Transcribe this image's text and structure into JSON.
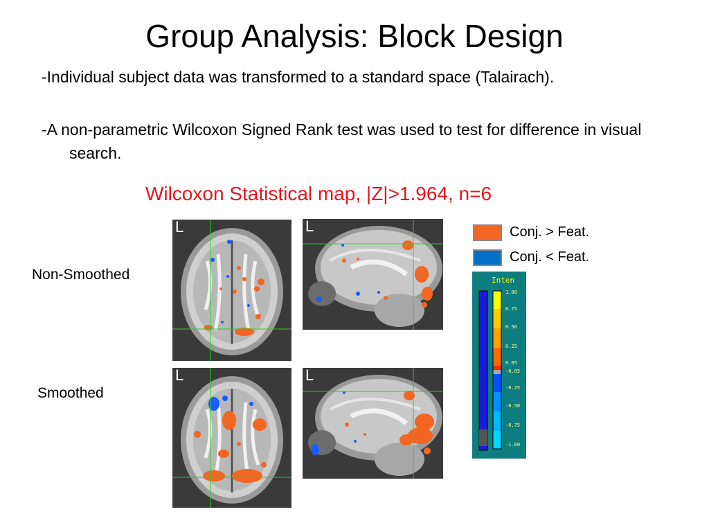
{
  "slide": {
    "title": "Group Analysis: Block Design",
    "bullets": [
      "-Individual subject data was transformed to a standard space (Talairach).",
      "-A non-parametric Wilcoxon Signed Rank test was used to test for difference in visual search."
    ],
    "map_title": "Wilcoxon Statistical map, |Z|>1.964, n=6",
    "row_labels": {
      "non_smoothed": "Non-Smoothed",
      "smoothed": "Smoothed"
    },
    "orientation_label": "L",
    "legend": {
      "positive": {
        "label": "Conj. > Feat.",
        "color": "#f26522"
      },
      "negative": {
        "label": "Conj. < Feat.",
        "color": "#0070c8"
      }
    },
    "colorbar": {
      "header": "Inten",
      "ticks": [
        "1.00",
        "0.75",
        "0.50",
        "0.25",
        "0.05",
        "-0.05",
        "-0.25",
        "-0.50",
        "-0.75",
        "-1.00"
      ]
    },
    "colors": {
      "positive": "#f26522",
      "negative": "#1a5cff",
      "crosshair": "#22d322",
      "title_red": "#e8141b"
    }
  }
}
